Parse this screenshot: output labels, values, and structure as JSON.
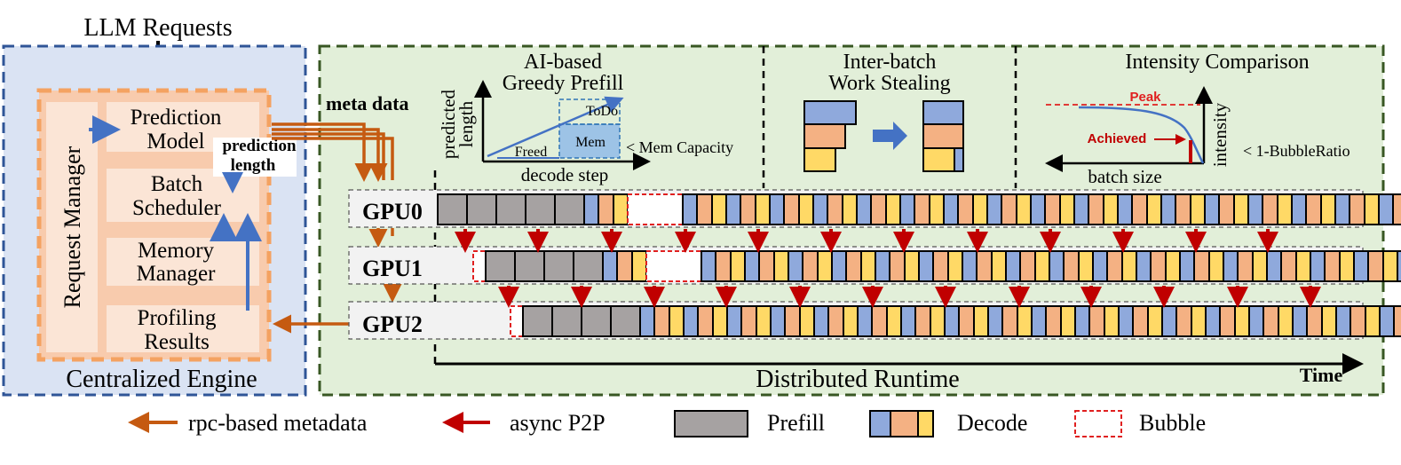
{
  "input": {
    "title": "LLM Requests"
  },
  "engine": {
    "title": "Centralized Engine",
    "request_manager": "Request Manager",
    "prediction_model": [
      "Prediction",
      "Model"
    ],
    "batch_scheduler": [
      "Batch",
      "Scheduler"
    ],
    "memory_manager": [
      "Memory",
      "Manager"
    ],
    "profiling_results": [
      "Profiling",
      "Results"
    ],
    "prediction_length": [
      "prediction",
      "length"
    ]
  },
  "runtime": {
    "title": "Distributed Runtime",
    "meta_data": "meta data",
    "time_label": "Time",
    "gpus": [
      {
        "label": "GPU0",
        "blocks": "PPPPPBOYxBOYBOYBOYBOYBOYBOYBOYBOYBOYBOYBOYBOYBOYBOYBOYBOYBOYBOYBOYBOYBOYBOYBOYBOYBOYBOYBOYPP"
      },
      {
        "label": "GPU1",
        "blocks": "pPPPPBOYxBOYBOYBOYBOYBOYBOYBOYBOYBOYBOYBOYBOYBOYBOYBOYBOYBOYBOYBOYBOYBOYBOYBOYBOYBOYBOYBOYBOYxPP"
      },
      {
        "label": "GPU2",
        "blocks": "pPPPPBOYBOYBOYBOYBOYBOYBOYBOYBOYBOYBOYBOYBOYBOYBOYBOYBOYBOYBOYBOYBOYBOYBOYBOYBOYBOYBOYBOYBOYBOYxPP"
      }
    ]
  },
  "panels": {
    "greedy_prefill": {
      "title": [
        "AI-based",
        "Greedy Prefill"
      ],
      "ylabel": [
        "predicted",
        "length"
      ],
      "xlabel": "decode step",
      "freed": "Freed",
      "todo": "ToDo",
      "mem": "Mem",
      "mem_capacity": "< Mem Capacity"
    },
    "work_stealing": {
      "title": [
        "Inter-batch",
        "Work Stealing"
      ]
    },
    "intensity": {
      "title": "Intensity Comparison",
      "peak": "Peak",
      "achieved": "Achieved",
      "xlabel": "batch size",
      "ylabel": "intensity",
      "note": "< 1-BubbleRatio"
    }
  },
  "legend": {
    "rpc": "rpc-based metadata",
    "p2p": "async P2P",
    "prefill": "Prefill",
    "decode": "Decode",
    "bubble": "Bubble"
  },
  "colors": {
    "prefill": "#a6a2a2",
    "decode_blue": "#8fa9dc",
    "decode_orange": "#f4b183",
    "decode_yellow": "#ffd966",
    "bubble": "#e02020",
    "rpc_arrow": "#c55a11",
    "p2p_arrow": "#c00000",
    "blue_arrow": "#4472c4",
    "engine_bg": "#dae3f3",
    "runtime_bg": "#e2efd9",
    "engine_border": "#2f5597",
    "runtime_border": "#385723",
    "module_border": "#f4a261",
    "module_fill": "#fbe5d6"
  }
}
